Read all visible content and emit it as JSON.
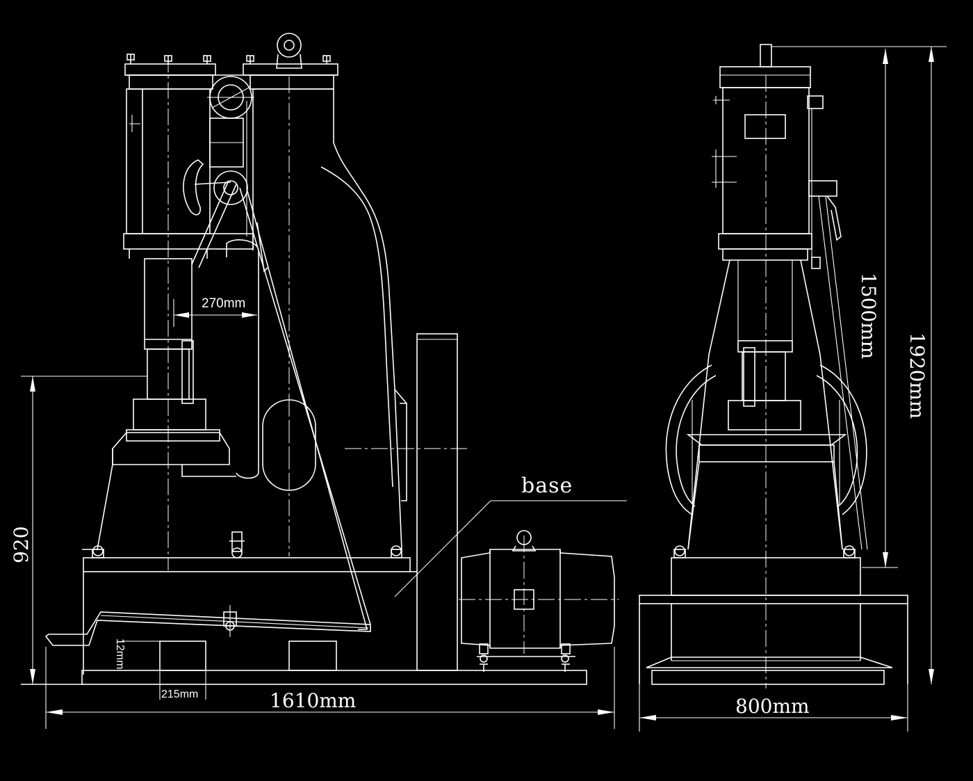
{
  "colors": {
    "background": "#000000",
    "line": "#ffffff"
  },
  "dimensions": {
    "total_length": "1610mm",
    "total_width": "800mm",
    "total_height": "1920mm",
    "column_height": "1500mm",
    "working_height": "920",
    "throat_depth": "270mm",
    "pedal_width": "215mm",
    "pedal_height": "12mm"
  },
  "labels": {
    "base": "base"
  }
}
